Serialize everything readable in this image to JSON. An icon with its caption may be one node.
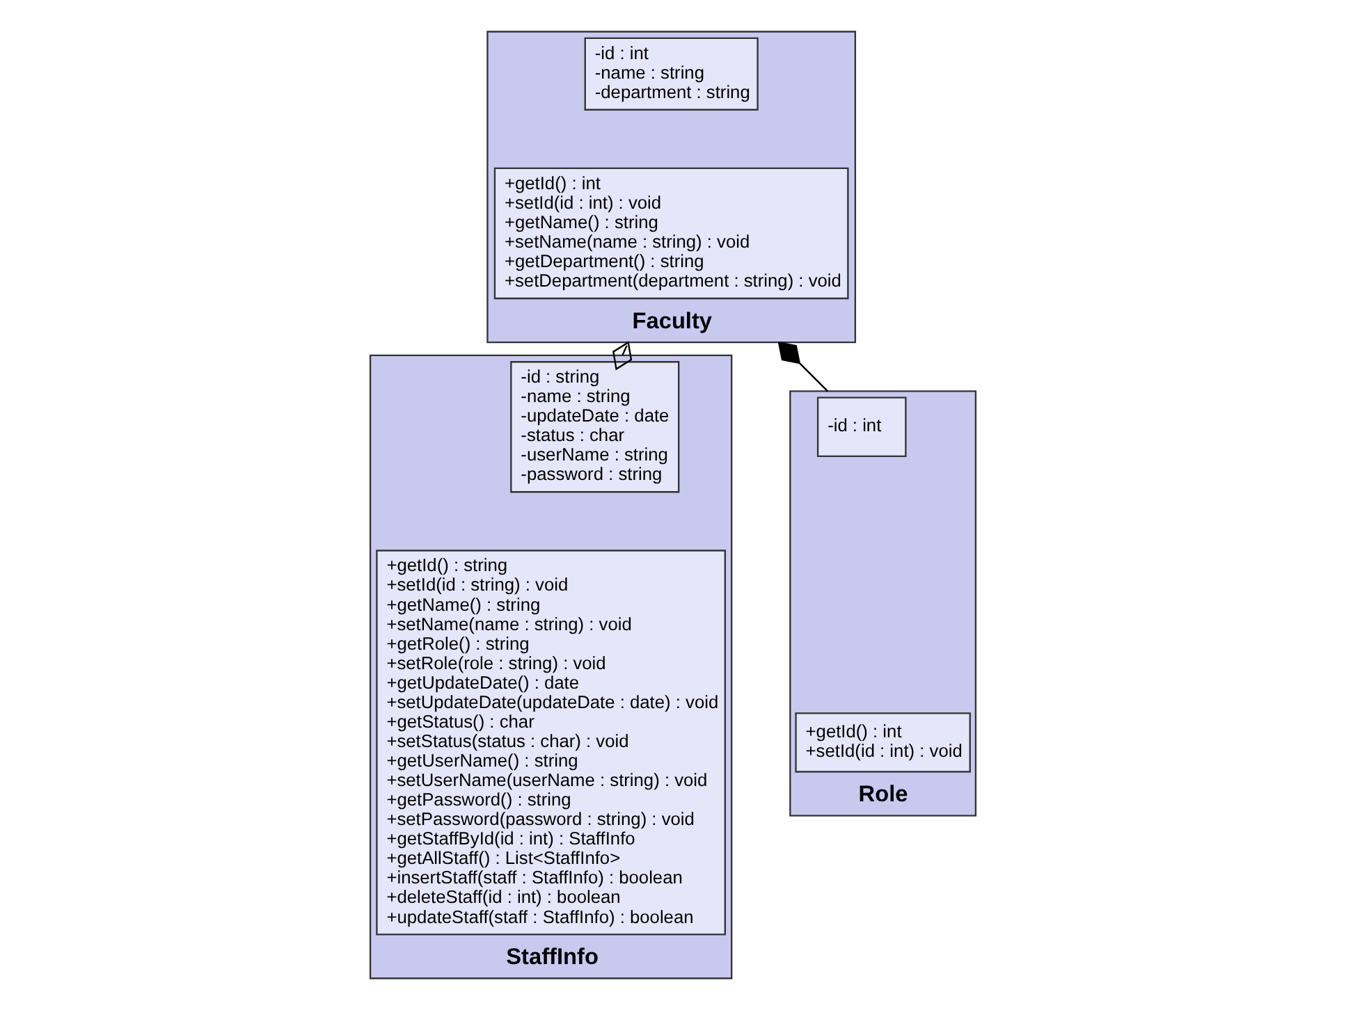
{
  "diagram": {
    "nodes": [
      {
        "text": [
          "Faculty"
        ]
      },
      {
        "text": [
          "-id : int",
          "-name : string",
          "-department : string"
        ],
        "in": 0
      },
      {
        "text": [
          "+getId() : int",
          "+setId(id : int) : void",
          "+getName() : string",
          "+setName(name : string) : void",
          "+getDepartment() : string",
          "+setDepartment(department : string) : void"
        ],
        "in": 0
      },
      {
        "text": [
          "StaffInfo"
        ]
      },
      {
        "text": [
          "-id : string",
          "-name : string",
          "-updateDate : date",
          "-status : char",
          "-userName : string",
          "-password : string"
        ],
        "in": 3
      },
      {
        "text": [
          "+getId() : string",
          "+setId(id : string) : void",
          "+getName() : string",
          "+setName(name : string) : void",
          "+getRole() : string",
          "+setRole(role : string) : void",
          "+getUpdateDate() : date",
          "+setUpdateDate(updateDate : date) : void",
          "+getStatus() : char",
          "+setStatus(status : char) : void",
          "+getUserName() : string",
          "+setUserName(userName : string) : void",
          "+getPassword() : string",
          "+setPassword(password : string) : void",
          "+getStaffById(id : int) : StaffInfo",
          "+getAllStaff() : List<StaffInfo>",
          "+insertStaff(staff : StaffInfo) : boolean",
          "+deleteStaff(id : int) : boolean",
          "+updateStaff(staff : StaffInfo) : boolean"
        ],
        "in": 3
      },
      {
        "text": [
          "Role"
        ]
      },
      {
        "text": [
          "-id : int"
        ],
        "in": 6
      },
      {
        "text": [
          "+getId() : int",
          "+setId(id : int) : void"
        ],
        "in": 6
      }
    ],
    "edges": [
      {
        "from": 3,
        "to": 0,
        "arrow": "other"
      },
      {
        "from": 6,
        "to": 0,
        "arrow": "other"
      }
    ]
  }
}
